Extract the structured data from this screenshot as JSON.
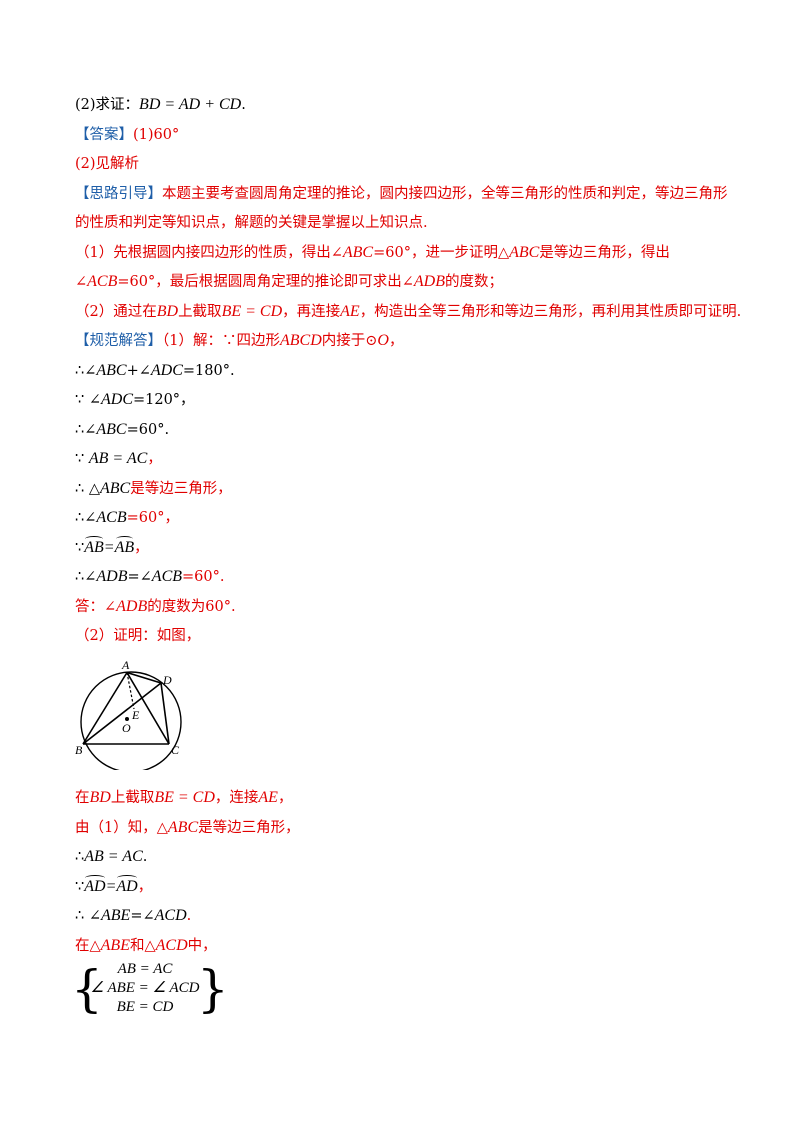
{
  "lines": [
    {
      "a": "(2)求证：",
      "m": "BD = AD + CD",
      "b": "."
    },
    {
      "tag": "【答案】",
      "b": "(1)60°"
    },
    {
      "b": "(2)见解析"
    },
    {
      "tag": "【思路引导】",
      "text": "本题主要考查圆周角定理的推论，圆内接四边形，全等三角形的性质和判定，等边三角形的性质和判定等知识点，解题的关键是掌握以上知识点."
    },
    {
      "a": "（1）先根据圆内接四边形的性质，得出∠",
      "m": "ABC",
      "b": "=60°，进一步证明△",
      "m2": "ABC",
      "c": "是等边三角形，得出"
    },
    {
      "a": "∠",
      "m": "ACB",
      "b": "=60°，最后根据圆周角定理的推论即可求出∠",
      "m2": "ADB",
      "c": "的度数；"
    },
    {
      "a": "（2）通过在",
      "m": "BD",
      "b": "上截取",
      "m2": "BE = CD",
      "c": "，再连接",
      "m3": "AE",
      "d": "，构造出全等三角形和等边三角形，再利用其性质即可证明."
    },
    {
      "tag": "【规范解答】",
      "a": "（1）解：∵四边形",
      "m": "ABCD",
      "b": "内接于⊙",
      "m2": "O",
      "c": "，"
    },
    {
      "a": "∴∠",
      "m": "ABC",
      "b": "+∠",
      "m2": "ADC",
      "c": "=180°."
    },
    {
      "a": "∵ ∠",
      "m": "ADC",
      "b": "=120°，"
    },
    {
      "a": "∴∠",
      "m": "ABC",
      "b": "=60°."
    },
    {
      "a": "∵ ",
      "m": "AB = AC",
      "b": "，"
    },
    {
      "a": "∴ △",
      "m": "ABC",
      "b": "是等边三角形，"
    },
    {
      "a": "∴∠",
      "m": "ACB",
      "b": "=60°，"
    },
    {
      "a": "∵",
      "arc1": "AB",
      "eq": "=",
      "arc2": "AB",
      "b": "，"
    },
    {
      "a": "∴∠",
      "m": "ADB",
      "b": "=∠",
      "m2": "ACB",
      "c": "=60°."
    },
    {
      "a": "答：∠",
      "m": "ADB",
      "b": "的度数为60°."
    },
    {
      "a": "（2）证明：如图，"
    },
    {
      "a": "在",
      "m": "BD",
      "b": "上截取",
      "m2": "BE = CD",
      "c": "，连接",
      "m3": "AE",
      "d": "，"
    },
    {
      "a": "由（1）知，△",
      "m": "ABC",
      "b": "是等边三角形，"
    },
    {
      "a": "∴",
      "m": "AB = AC",
      "b": "."
    },
    {
      "a": "∵",
      "arc1": "AD",
      "eq": "=",
      "arc2": "AD",
      "b": "，"
    },
    {
      "a": "∴ ∠",
      "m": "ABE",
      "b": "=∠",
      "m2": "ACD",
      "c": "."
    },
    {
      "a": "在△",
      "m": "ABE",
      "b": "和△",
      "m2": "ACD",
      "c": "中，"
    }
  ],
  "figure": {
    "labels": {
      "A": "A",
      "D": "D",
      "E": "E",
      "O": "O",
      "B": "B",
      "C": "C"
    }
  },
  "system": {
    "rows": [
      "AB = AC",
      "∠ ABE = ∠ ACD",
      "BE = CD"
    ],
    "left_brace": "{",
    "right_brace": "}"
  }
}
